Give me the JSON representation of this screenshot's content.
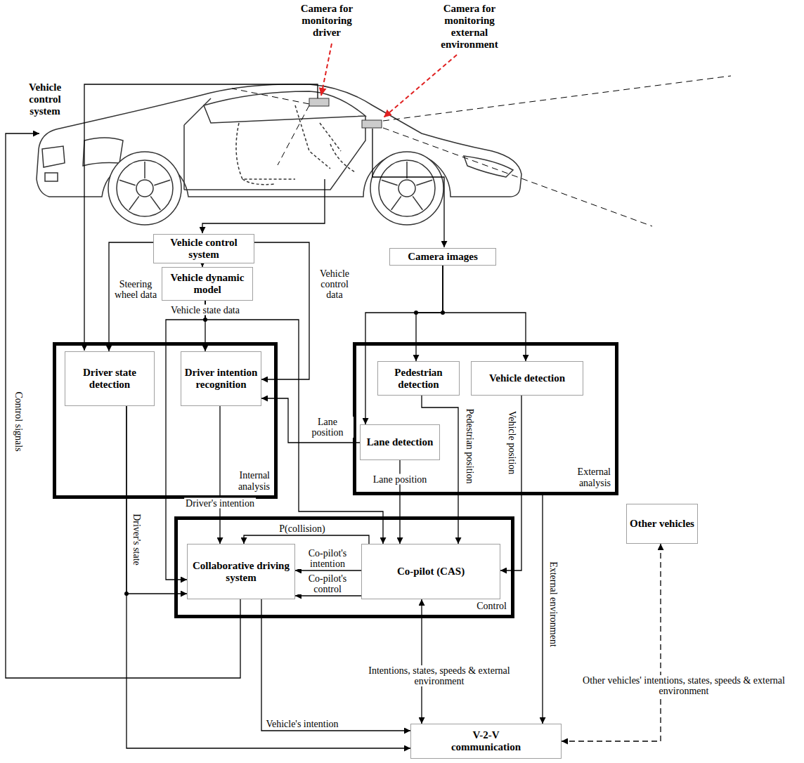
{
  "diagram": {
    "nodes": [
      {
        "text": [
          "Vehicle control system"
        ]
      },
      {
        "text": [
          "Vehicle dynamic model"
        ]
      },
      {
        "text": [
          "Camera images"
        ]
      },
      {
        "text": [
          "Internal analysis"
        ]
      },
      {
        "text": [
          "Driver state detection"
        ],
        "in": 3
      },
      {
        "text": [
          "Driver intention recognition"
        ],
        "in": 3
      },
      {
        "text": [
          "External analysis"
        ]
      },
      {
        "text": [
          "Pedestrian detection"
        ],
        "in": 6
      },
      {
        "text": [
          "Vehicle detection"
        ],
        "in": 6
      },
      {
        "text": [
          "Lane detection"
        ],
        "in": 6
      },
      {
        "text": [
          "Control"
        ]
      },
      {
        "text": [
          "Collaborative driving system"
        ],
        "in": 10
      },
      {
        "text": [
          "Co-pilot (CAS)"
        ],
        "in": 10
      },
      {
        "text": [
          "Other vehicles"
        ]
      },
      {
        "text": [
          "V-2-V communication"
        ]
      }
    ],
    "edges": [
      {
        "from": 0,
        "to": 4,
        "arrow": "to",
        "label": "Steering wheel data"
      },
      {
        "from": 0,
        "to": 1,
        "arrow": "to"
      },
      {
        "from": 0,
        "to": 5,
        "arrow": "to",
        "label": "Vehicle control data"
      },
      {
        "from": 1,
        "to": 5,
        "arrow": "to",
        "label": "Vehicle state data"
      },
      {
        "from": 1,
        "to": 11,
        "arrow": "to"
      },
      {
        "from": 1,
        "to": 12,
        "arrow": "to"
      },
      {
        "from": 2,
        "to": 9,
        "arrow": "to"
      },
      {
        "from": 2,
        "to": 7,
        "arrow": "to"
      },
      {
        "from": 2,
        "to": 8,
        "arrow": "to"
      },
      {
        "from": 9,
        "to": 5,
        "arrow": "to",
        "label": "Lane position"
      },
      {
        "from": 9,
        "to": 12,
        "arrow": "to",
        "label": "Lane position"
      },
      {
        "from": 7,
        "to": 12,
        "arrow": "to",
        "label": "Pedestrian position"
      },
      {
        "from": 8,
        "to": 12,
        "arrow": "to",
        "label": "Vehicle position"
      },
      {
        "from": 4,
        "to": 11,
        "arrow": "to",
        "label": "Driver's state"
      },
      {
        "from": 4,
        "to": 14,
        "arrow": "to"
      },
      {
        "from": 5,
        "to": 11,
        "arrow": "to",
        "label": "Driver's intention"
      },
      {
        "from": 12,
        "to": 11,
        "arrow": "to",
        "label": "P(collision)"
      },
      {
        "from": 12,
        "to": 11,
        "arrow": "to",
        "label": "Co-pilot's intention"
      },
      {
        "from": 12,
        "to": 11,
        "arrow": "to",
        "label": "Co-pilot's control"
      },
      {
        "from": 11,
        "to": 14,
        "arrow": "to",
        "label": "Vehicle's intention"
      },
      {
        "from": 12,
        "to": 14,
        "arrow": "both",
        "label": "Intentions, states, speeds & external environment"
      },
      {
        "from": 6,
        "to": 14,
        "arrow": "to",
        "label": "External environment"
      },
      {
        "from": 13,
        "to": 14,
        "arrow": "both",
        "label": "Other vehicles' intentions, states, speeds & external environment"
      }
    ],
    "labels": [
      "Camera for monitoring driver",
      "Camera for monitoring external environment",
      "Vehicle control system",
      "Control signals"
    ]
  }
}
